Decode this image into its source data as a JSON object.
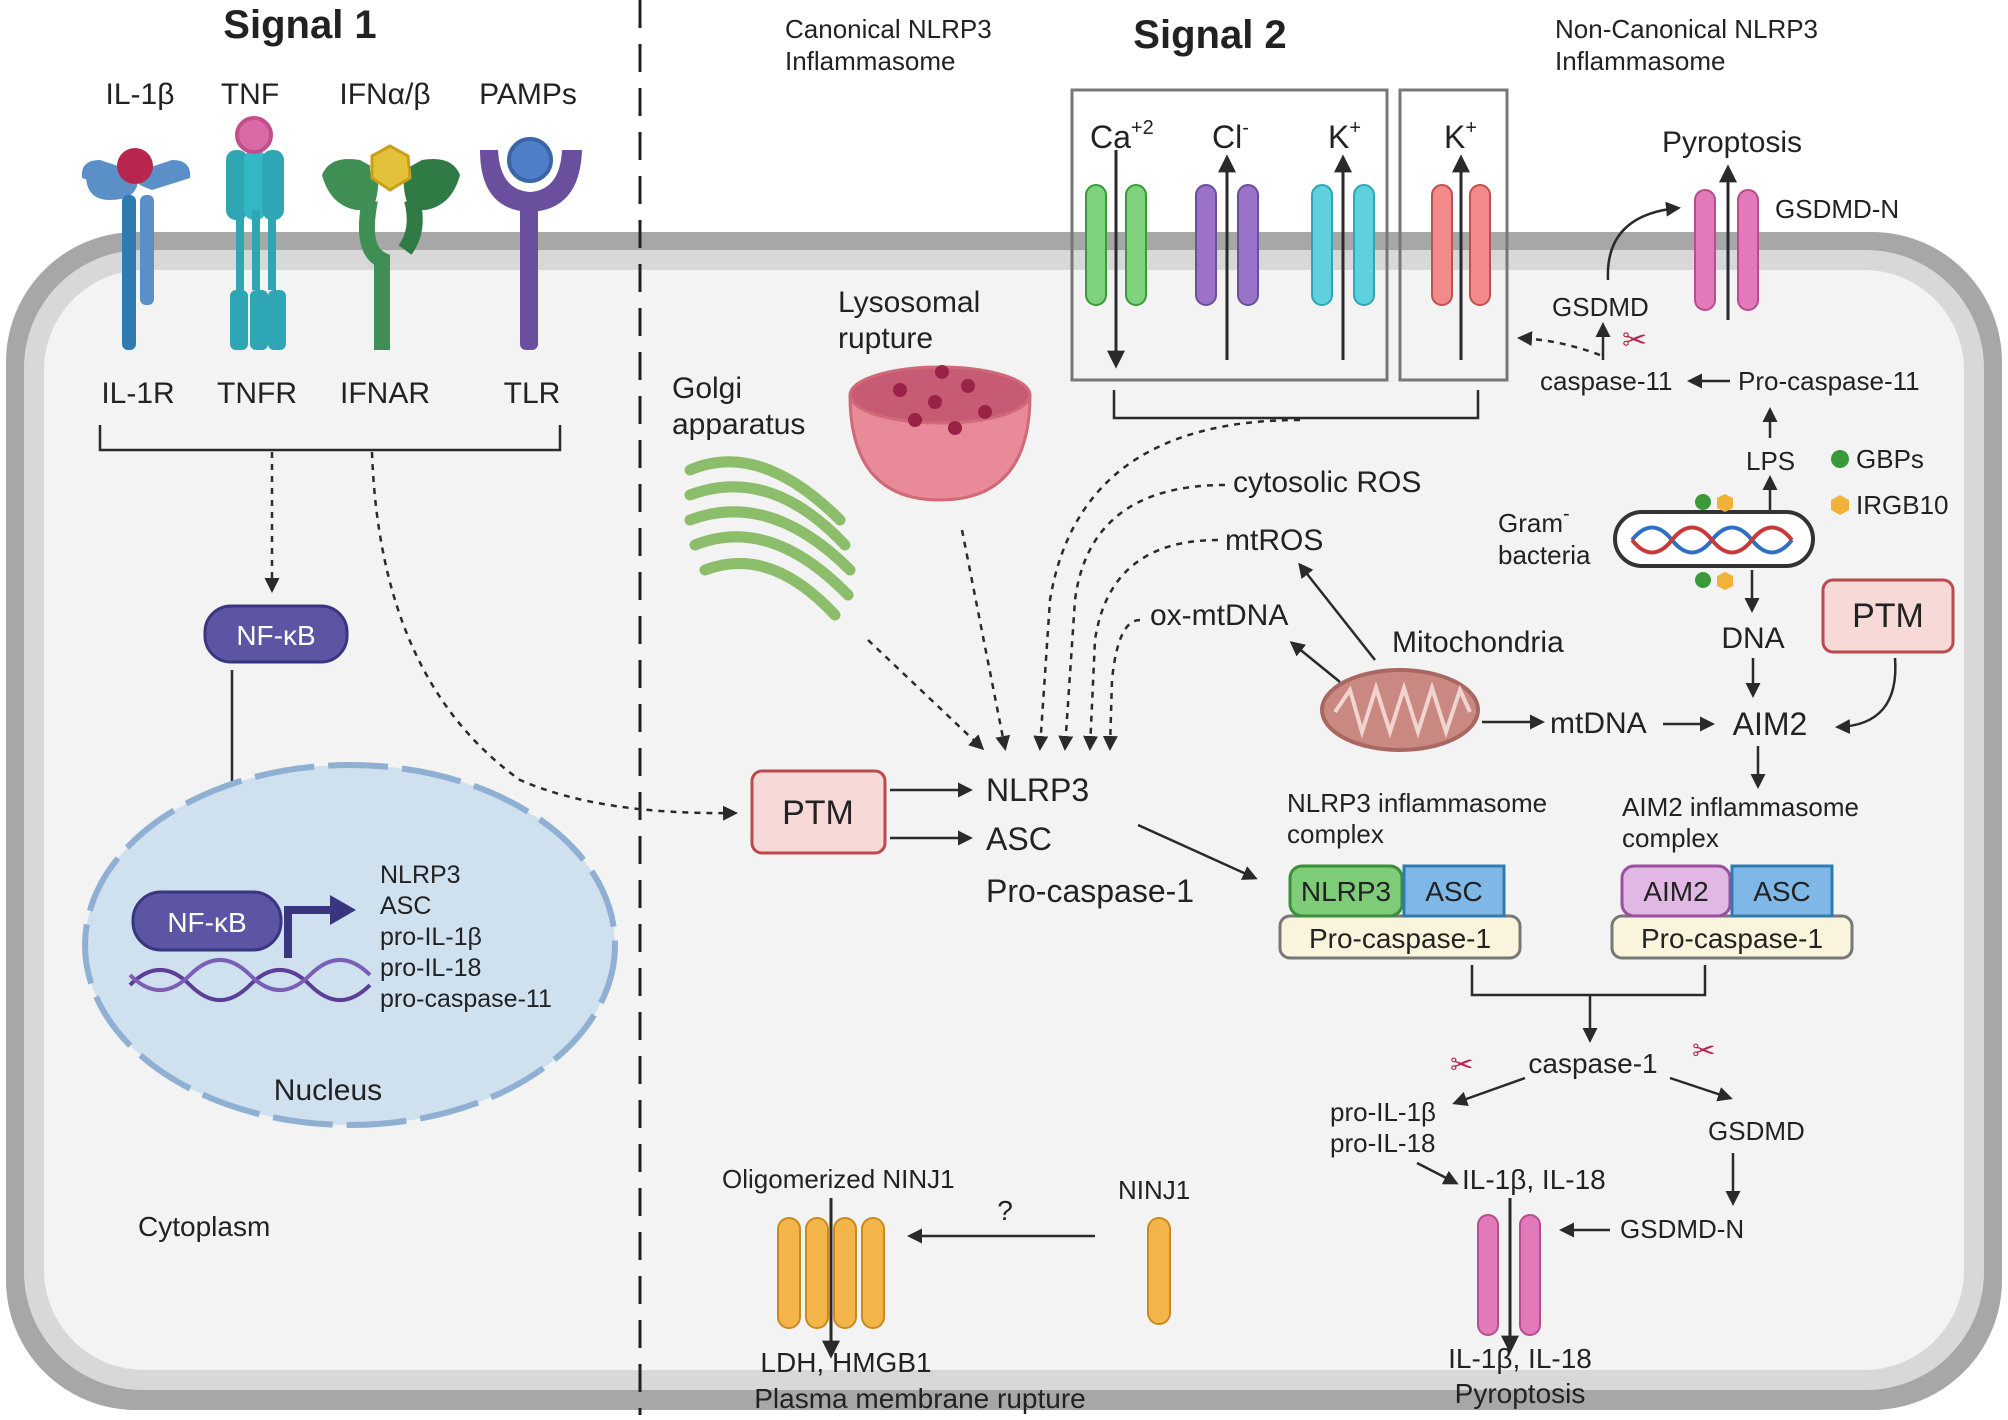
{
  "headers": {
    "signal1": "Signal 1",
    "signal2": "Signal 2",
    "canonical": [
      "Canonical NLRP3",
      "Inflammasome"
    ],
    "noncanonical": [
      "Non-Canonical NLRP3",
      "Inflammasome"
    ]
  },
  "receptors": {
    "ligands": [
      "IL-1β",
      "TNF",
      "IFNα/β",
      "PAMPs"
    ],
    "names": [
      "IL-1R",
      "TNFR",
      "IFNAR",
      "TLR"
    ]
  },
  "signal1": {
    "nfkb": "NF-κB",
    "nfkb_nucleus": "NF-κB",
    "genes": [
      "NLRP3",
      "ASC",
      "pro-IL-1β",
      "pro-IL-18",
      "pro-caspase-11"
    ],
    "nucleus": "Nucleus",
    "cytoplasm": "Cytoplasm"
  },
  "channels": {
    "ca": "Ca",
    "ca_sup": "+2",
    "cl": "Cl",
    "cl_sup": "-",
    "k": "K",
    "k_sup": "+",
    "k2": "K",
    "k2_sup": "+"
  },
  "triggers": {
    "lysosome": [
      "Lysosomal",
      "rupture"
    ],
    "golgi": [
      "Golgi",
      "apparatus"
    ],
    "cytosolic_ros": "cytosolic ROS",
    "mtros": "mtROS",
    "oxmtdna": "ox-mtDNA",
    "mitochondria": "Mitochondria",
    "mtdna": "mtDNA"
  },
  "core": {
    "ptm": "PTM",
    "nlrp3": "NLRP3",
    "asc": "ASC",
    "procasp1": "Pro-caspase-1"
  },
  "complexes": {
    "nlrp3_title": [
      "NLRP3 inflammasome",
      "complex"
    ],
    "nlrp3_box": "NLRP3",
    "asc_box": "ASC",
    "procasp_box": "Pro-caspase-1",
    "aim2_title": [
      "AIM2 inflammasome",
      "complex"
    ],
    "aim2_box": "AIM2",
    "asc_box2": "ASC",
    "procasp_box2": "Pro-caspase-1"
  },
  "noncanonical": {
    "pyroptosis": "Pyroptosis",
    "gsdmd_n": "GSDMD-N",
    "gsdmd": "GSDMD",
    "caspase11": "caspase-11",
    "procasp11": "Pro-caspase-11",
    "lps": "LPS",
    "gbps": "GBPs",
    "irgb10": "IRGB10",
    "gram": "Gram",
    "gram_sup": "-",
    "bacteria": "bacteria",
    "dna": "DNA",
    "ptm": "PTM",
    "aim2": "AIM2"
  },
  "downstream": {
    "caspase1": "caspase-1",
    "pro_il": [
      "pro-IL-1β",
      "pro-IL-18"
    ],
    "gsdmd": "GSDMD",
    "il": "IL-1β, IL-18",
    "gsdmd_n": "GSDMD-N",
    "out": [
      "IL-1β, IL-18",
      "Pyroptosis"
    ]
  },
  "ninj": {
    "oligomerized": "Oligomerized NINJ1",
    "ninj1": "NINJ1",
    "question": "?",
    "out": [
      "LDH, HMGB1",
      "Plasma membrane rupture"
    ]
  },
  "colors": {
    "membrane": "#9a9a9a",
    "cytoplasm": "#f3f3f3",
    "nucleus": "#cfe0ef",
    "nfkb": "#5b55a3",
    "ptm_fill": "#f7d9d8",
    "ptm_stroke": "#b94b4b",
    "arrow": "#2a2a2a"
  }
}
